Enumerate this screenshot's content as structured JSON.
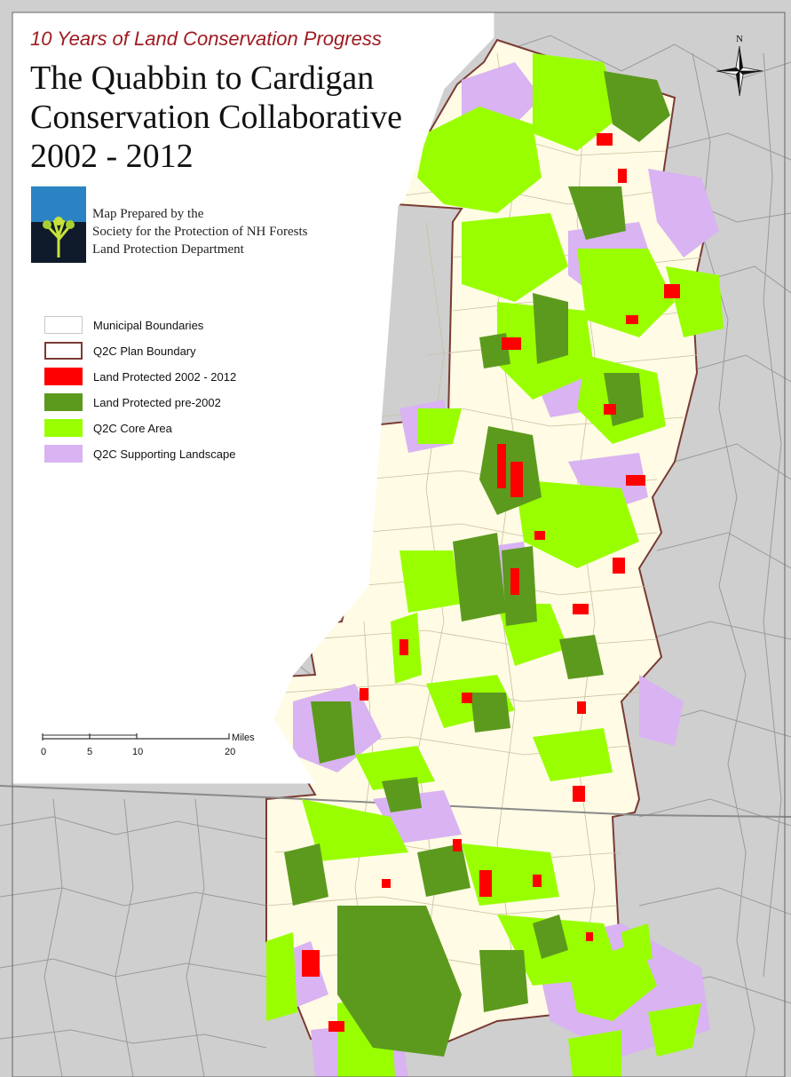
{
  "map": {
    "subtitle": "10 Years of Land Conservation Progress",
    "title_lines": [
      "The Quabbin to Cardigan",
      "Conservation Collaborative",
      "2002 - 2012"
    ],
    "credit_lines": [
      "Map Prepared by the",
      "Society for the Protection of NH Forests",
      "Land Protection Department"
    ],
    "north_label": "N"
  },
  "legend": [
    {
      "label": "Municipal Boundaries",
      "color": "#ffffff",
      "border": "#c8c8c8"
    },
    {
      "label": "Q2C Plan Boundary",
      "color": "#ffffff",
      "border": "#7a3b34"
    },
    {
      "label": "Land Protected 2002 - 2012",
      "color": "#ff0000",
      "border": "#ff0000"
    },
    {
      "label": "Land Protected pre-2002",
      "color": "#5c9a1e",
      "border": "#5c9a1e"
    },
    {
      "label": "Q2C Core Area",
      "color": "#99ff00",
      "border": "#99ff00"
    },
    {
      "label": "Q2C Supporting Landscape",
      "color": "#d9b3f2",
      "border": "#d9b3f2"
    }
  ],
  "scale": {
    "ticks": [
      "0",
      "5",
      "10",
      "20"
    ],
    "units": "Miles"
  },
  "colors": {
    "background_gray": "#cfcfcf",
    "plan_area": "#fffbe4",
    "plan_boundary": "#7a3b34",
    "town_lines": "#9a9a9a",
    "protected_recent": "#ff0000",
    "protected_pre2002": "#5c9a1e",
    "core_area": "#99ff00",
    "supporting": "#d9b3f2"
  }
}
